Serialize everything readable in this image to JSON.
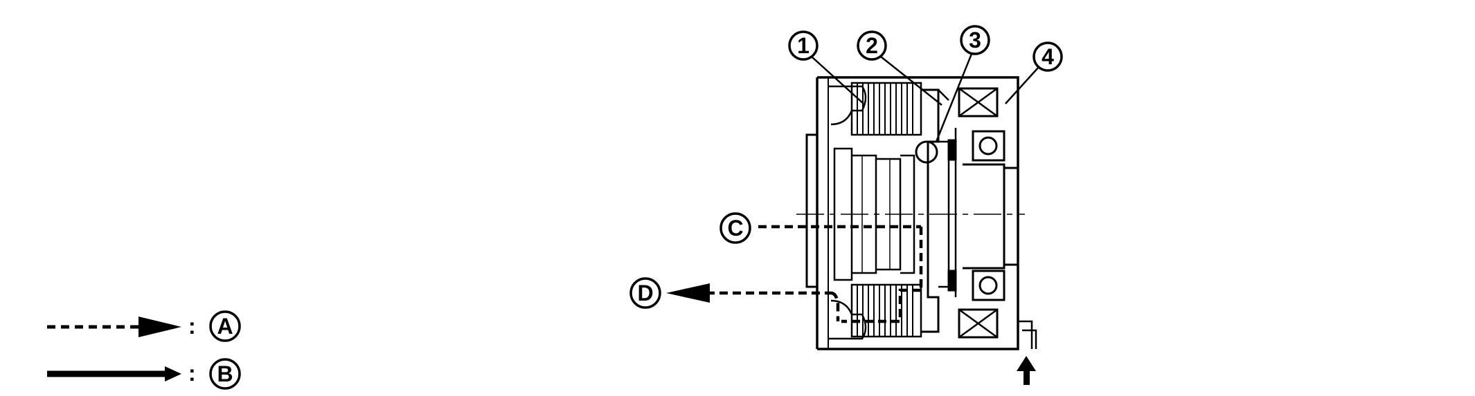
{
  "callouts": {
    "c1": "1",
    "c2": "2",
    "c3": "3",
    "c4": "4"
  },
  "letters": {
    "A": "A",
    "B": "B",
    "C": "C",
    "D": "D"
  },
  "legend": {
    "separator_a": ":",
    "separator_b": ":"
  },
  "colors": {
    "line": "#000000",
    "background": "#ffffff"
  }
}
